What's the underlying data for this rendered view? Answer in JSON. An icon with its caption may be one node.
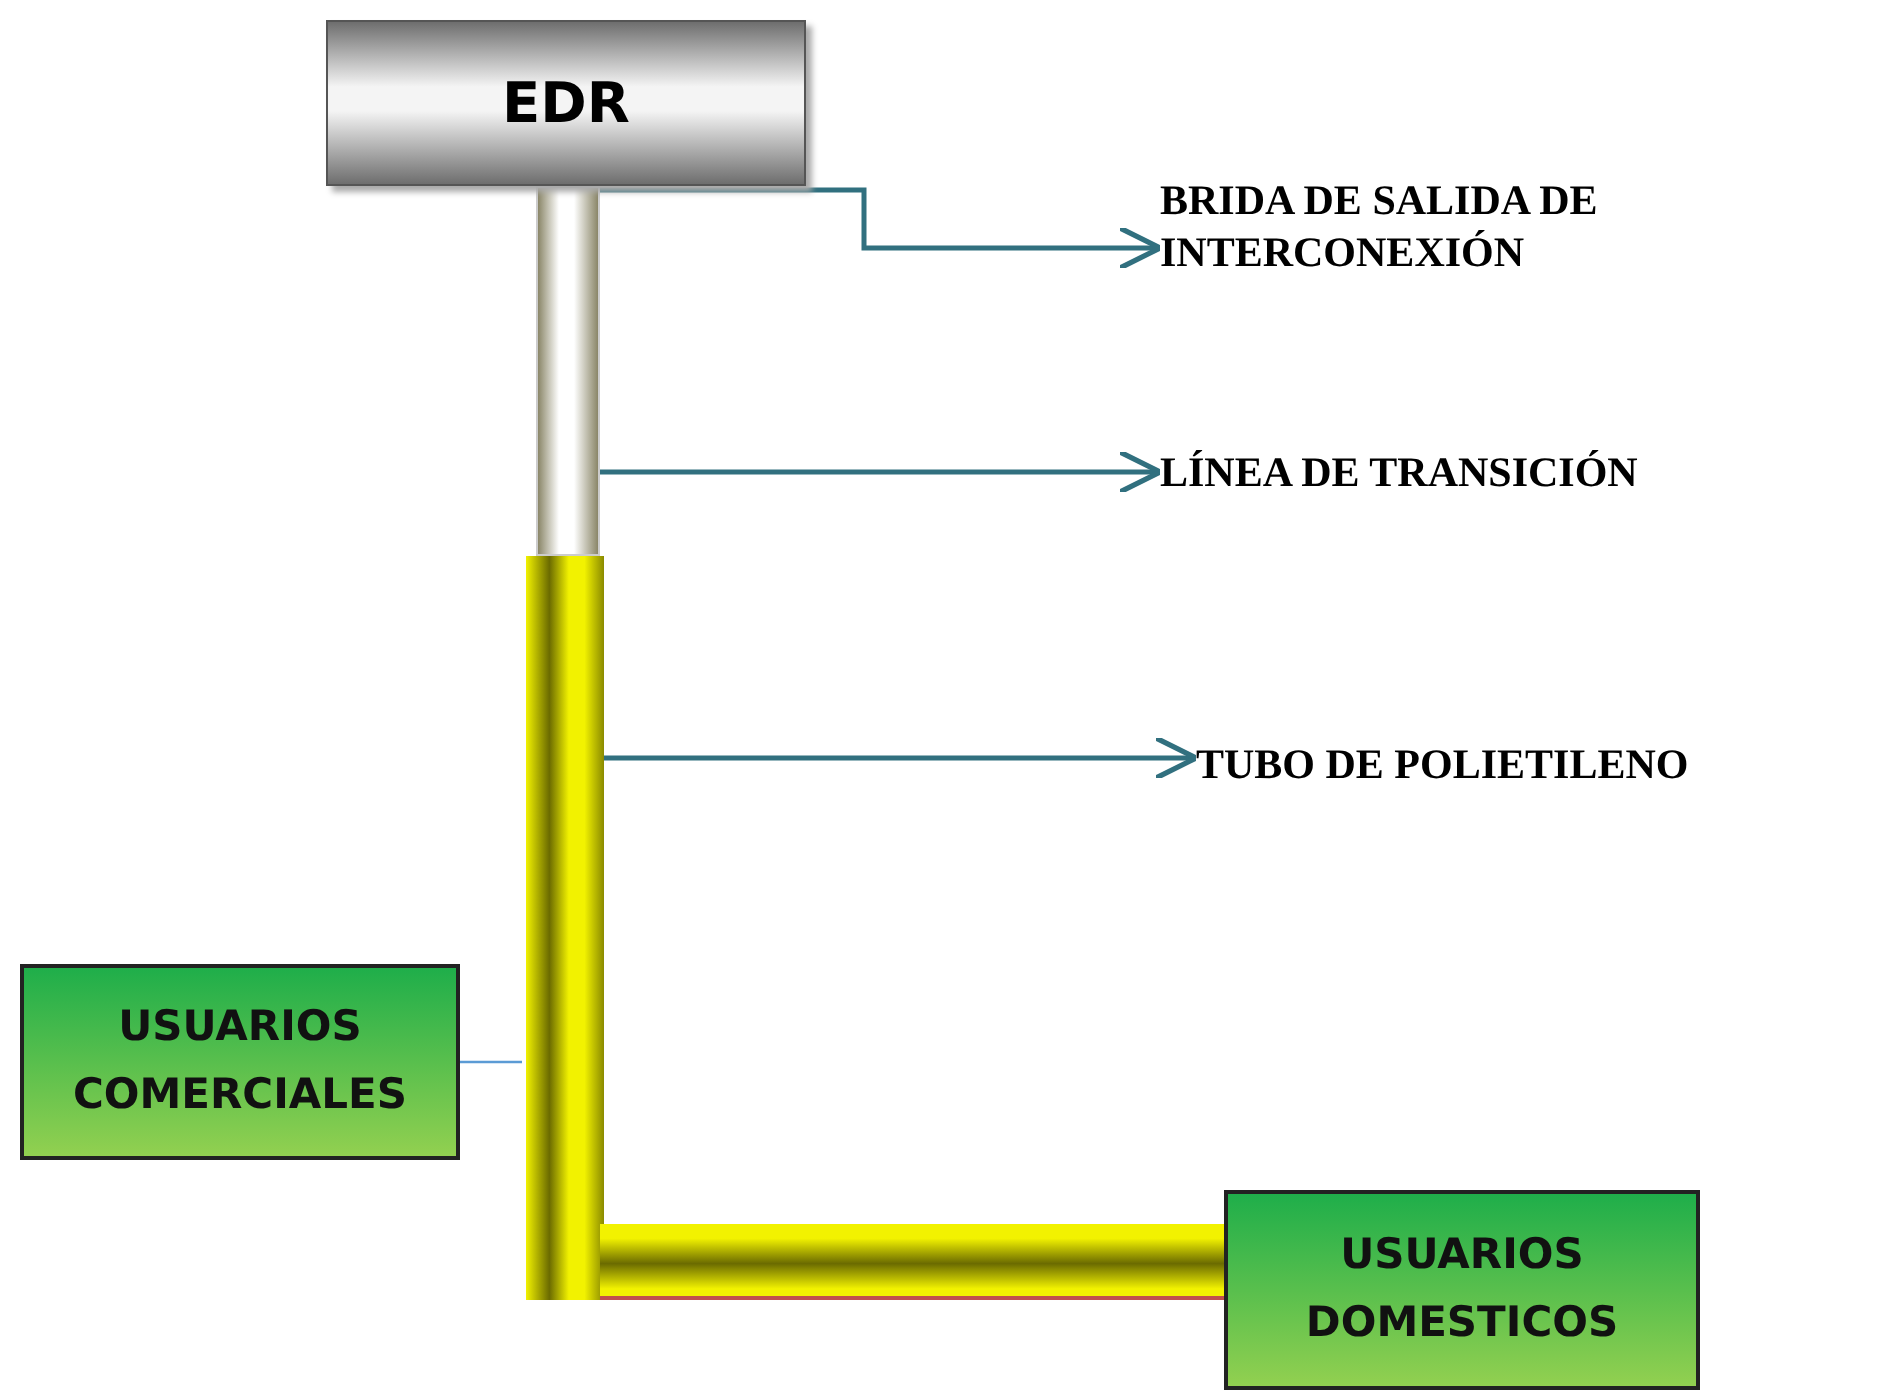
{
  "diagram": {
    "nodes": [
      {
        "text": [
          "EDR"
        ]
      },
      {
        "text": [
          "BRIDA DE SALIDA DE INTERCONEXIÓN"
        ]
      },
      {
        "text": [],
        "shape": "bar"
      },
      {
        "text": [
          "LÍNEA DE TRANSICIÓN"
        ]
      },
      {
        "text": [],
        "shape": "bar"
      },
      {
        "text": [
          "TUBO DE POLIETILENO"
        ]
      },
      {
        "text": [
          "USUARIOS COMERCIALES"
        ]
      },
      {
        "text": [],
        "shape": "bar"
      },
      {
        "text": [
          "USUARIOS DOMESTICOS"
        ]
      }
    ],
    "edges": [
      {
        "from": 2,
        "to": 1,
        "arrow": "to"
      },
      {
        "from": 2,
        "to": 3,
        "arrow": "to"
      },
      {
        "from": 4,
        "to": 5,
        "arrow": "to"
      },
      {
        "from": 6,
        "to": 4,
        "arrow": "none",
        "color": "#5b9bd5"
      }
    ]
  }
}
